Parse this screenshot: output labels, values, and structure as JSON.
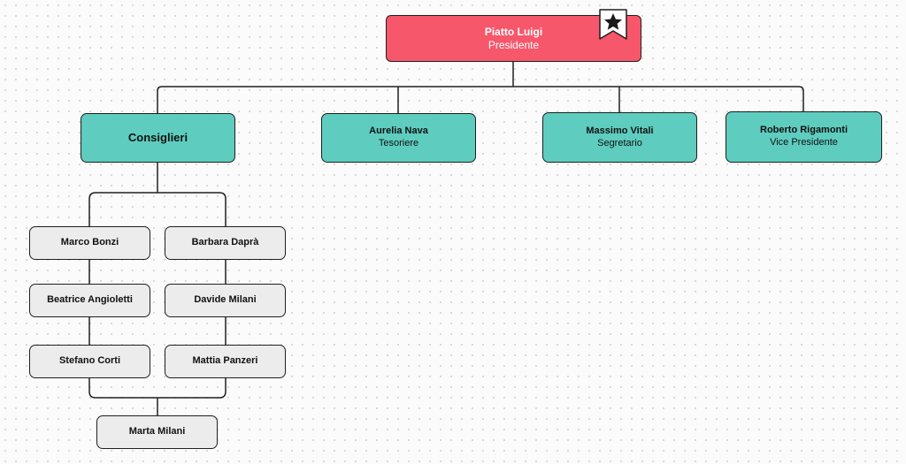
{
  "colors": {
    "root_fill": "#f7576a",
    "officer_fill": "#5ecdbf",
    "member_fill": "#ececec",
    "line": "#1f1f1f"
  },
  "root": {
    "name": "Piatto Luigi",
    "role": "Presidente",
    "badge_icon": "star-bookmark-icon"
  },
  "officers": [
    {
      "name": "Consiglieri",
      "role": ""
    },
    {
      "name": "Aurelia Nava",
      "role": "Tesoriere"
    },
    {
      "name": "Massimo Vitali",
      "role": "Segretario"
    },
    {
      "name": "Roberto Rigamonti",
      "role": "Vice Presidente"
    }
  ],
  "council": {
    "left": [
      "Marco Bonzi",
      "Beatrice Angioletti",
      "Stefano Corti"
    ],
    "right": [
      "Barbara Daprà",
      "Davide Milani",
      "Mattia Panzeri"
    ],
    "bottom": "Marta Milani"
  }
}
